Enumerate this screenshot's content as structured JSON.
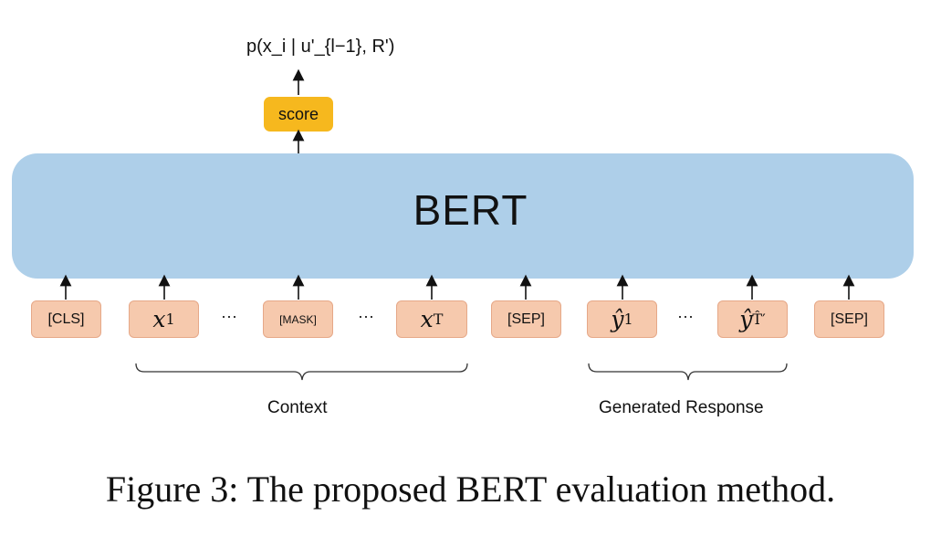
{
  "output_formula": "p(x_i | u'_{l−1}, R')",
  "score_label": "score",
  "model_label": "BERT",
  "tokens": {
    "cls": "[CLS]",
    "x1": "x",
    "x1_sub": "1",
    "mask": "[MASK]",
    "xT": "x",
    "xT_sub": "T",
    "sep1": "[SEP]",
    "y1": "ŷ",
    "y1_sub": "1",
    "yT": "ŷ",
    "yT_sub": "T̂′",
    "sep2": "[SEP]"
  },
  "ellipsis": "···",
  "groups": {
    "context": "Context",
    "response": "Generated Response"
  },
  "caption": "Figure 3: The proposed BERT evaluation method.",
  "colors": {
    "bert_fill": "#aecfe9",
    "score_fill": "#f6b81e",
    "token_fill": "#f6c9ad"
  }
}
